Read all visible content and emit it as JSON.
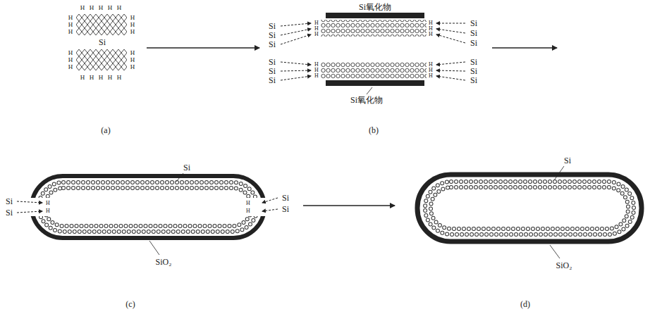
{
  "diagram": {
    "labels": [
      "H",
      "H",
      "H",
      "H",
      "H",
      "H",
      "H",
      "H",
      "H",
      "H",
      "H",
      "Si",
      "H",
      "H",
      "H",
      "H",
      "H",
      "H",
      "H",
      "H",
      "H",
      "H",
      "H",
      "(a)",
      "Si氧化物",
      "Si",
      "Si",
      "Si",
      "H",
      "H",
      "H",
      "H",
      "H",
      "H",
      "Si",
      "Si",
      "Si",
      "Si",
      "Si",
      "Si",
      "H",
      "H",
      "H",
      "H",
      "H",
      "H",
      "Si",
      "Si",
      "Si",
      "Si氧化物",
      "(b)",
      "Si",
      "Si",
      "Si",
      "H",
      "H",
      "H",
      "H",
      "Si",
      "Si",
      "SiO₂",
      "(c)",
      "Si",
      "SiO₂",
      "(d)"
    ]
  }
}
